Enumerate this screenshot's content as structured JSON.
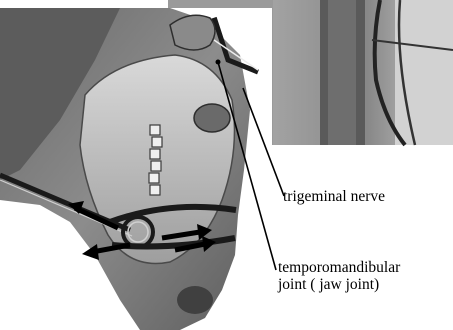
{
  "figure": {
    "labels": {
      "trigeminal_nerve": "trigeminal nerve",
      "tmj_line1": "temporomandibular",
      "tmj_line2": "joint ( jaw joint)"
    }
  }
}
